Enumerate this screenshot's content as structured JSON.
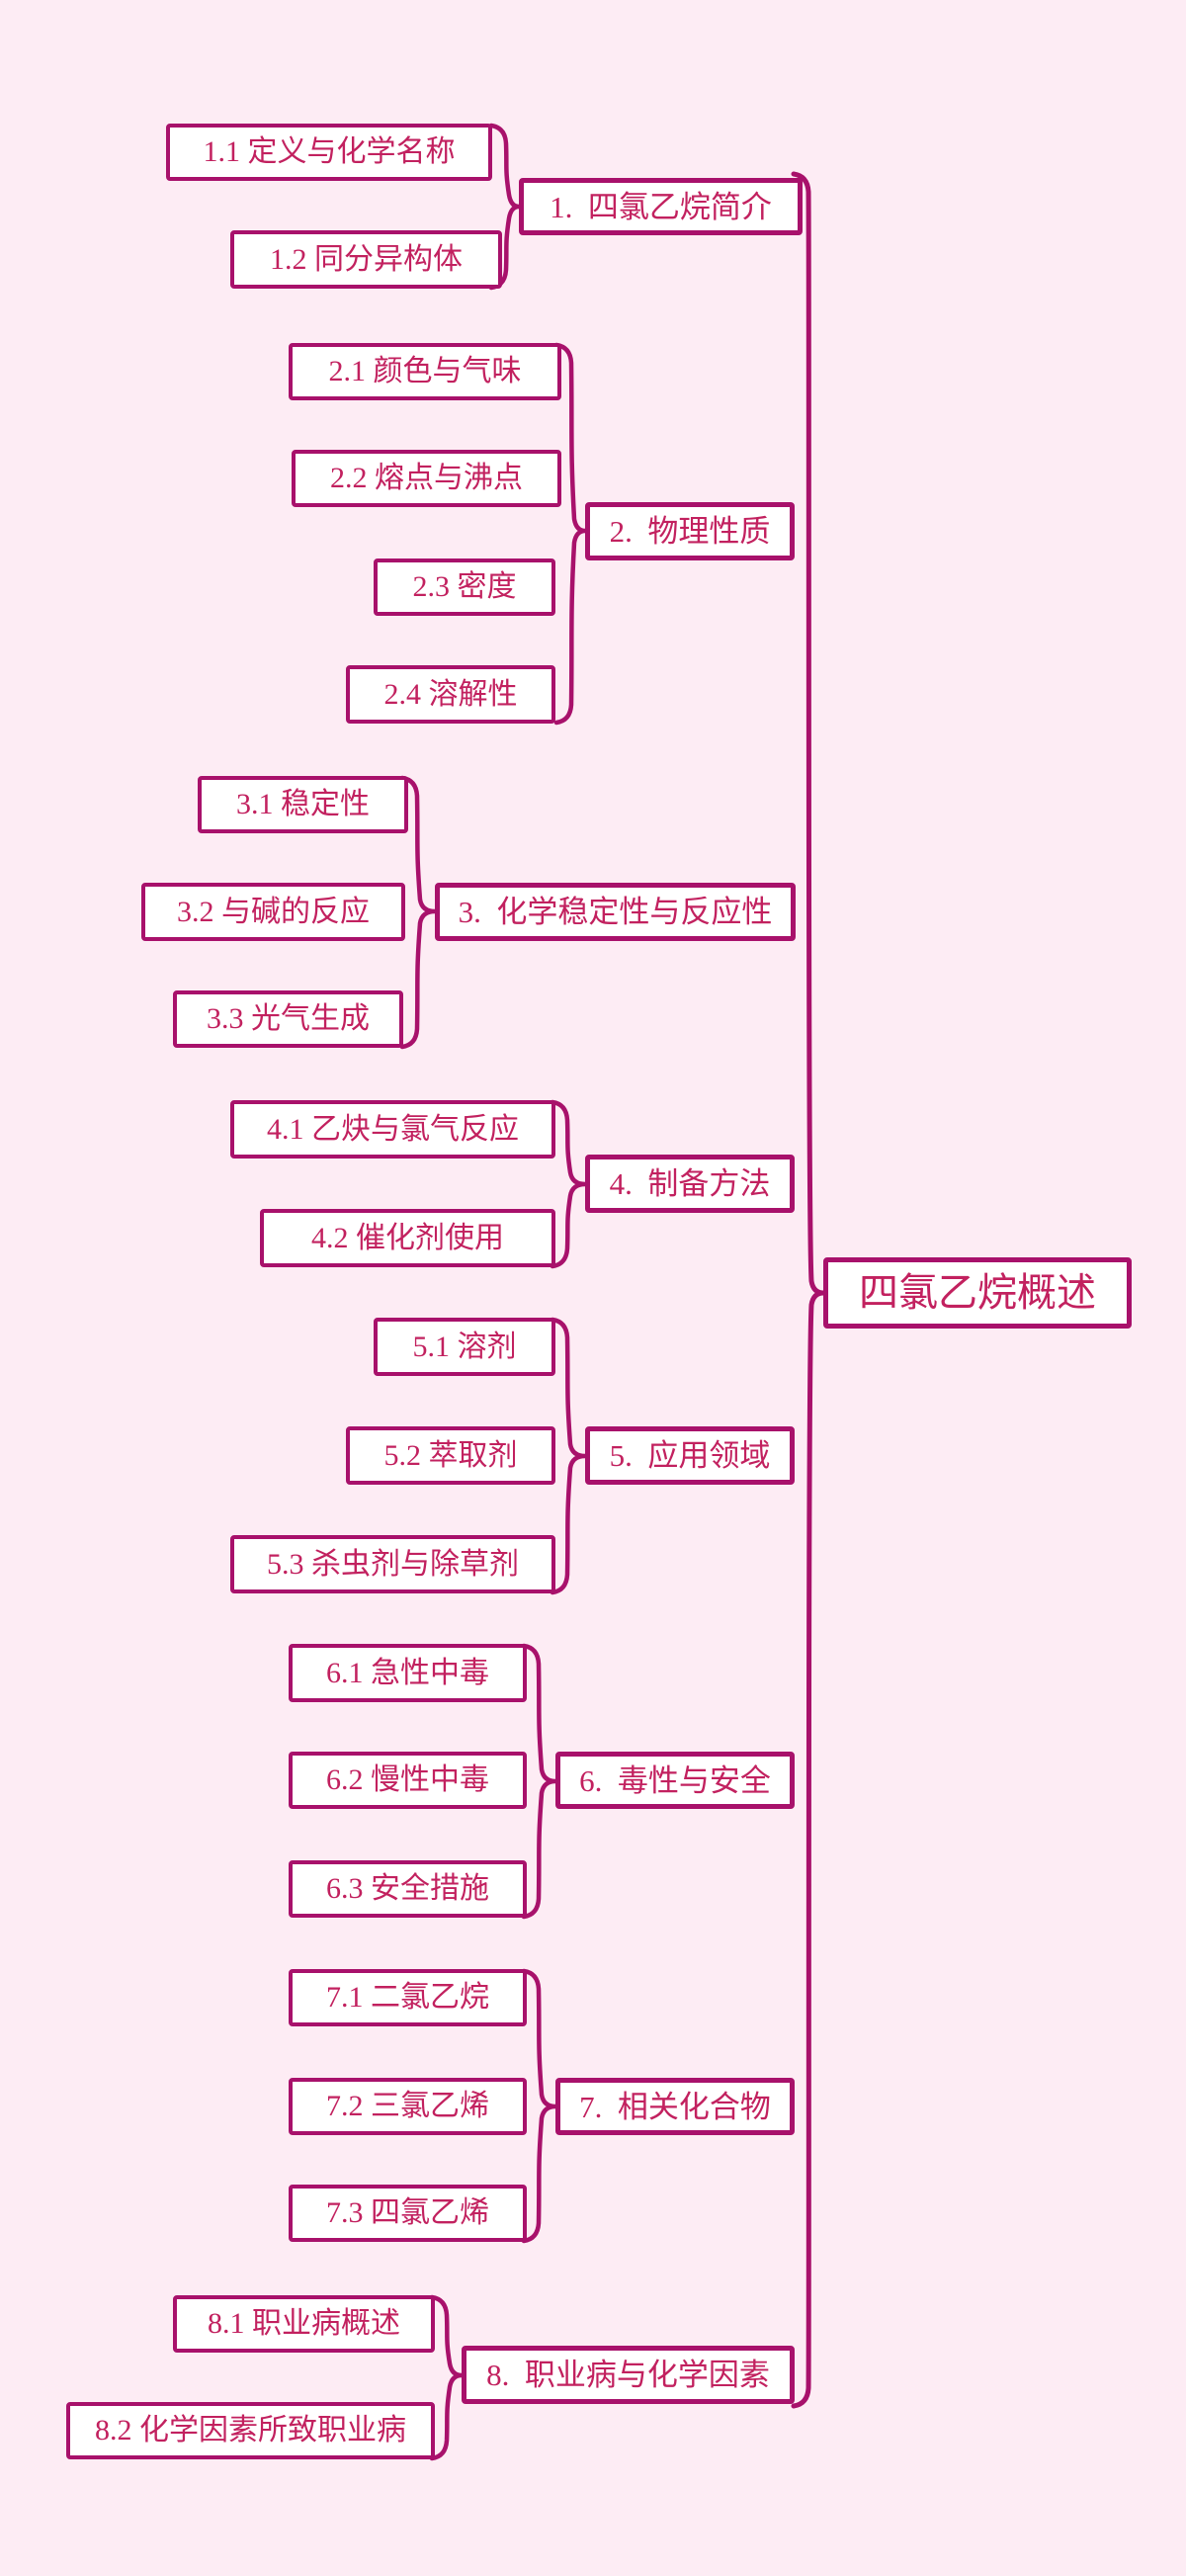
{
  "colors": {
    "background": "#fdecf4",
    "node_fill": "#ffffff",
    "line": "#a8116b",
    "text": "#c2215f"
  },
  "mindmap": {
    "root": {
      "label": "四氯乙烷概述"
    },
    "branches": [
      {
        "label": "1.  四氯乙烷简介",
        "children": [
          {
            "label": "1.1 定义与化学名称"
          },
          {
            "label": "1.2 同分异构体"
          }
        ]
      },
      {
        "label": "2.  物理性质",
        "children": [
          {
            "label": "2.1 颜色与气味"
          },
          {
            "label": "2.2 熔点与沸点"
          },
          {
            "label": "2.3 密度"
          },
          {
            "label": "2.4 溶解性"
          }
        ]
      },
      {
        "label": "3.  化学稳定性与反应性",
        "children": [
          {
            "label": "3.1 稳定性"
          },
          {
            "label": "3.2 与碱的反应"
          },
          {
            "label": "3.3 光气生成"
          }
        ]
      },
      {
        "label": "4.  制备方法",
        "children": [
          {
            "label": "4.1 乙炔与氯气反应"
          },
          {
            "label": "4.2 催化剂使用"
          }
        ]
      },
      {
        "label": "5.  应用领域",
        "children": [
          {
            "label": "5.1 溶剂"
          },
          {
            "label": "5.2 萃取剂"
          },
          {
            "label": "5.3 杀虫剂与除草剂"
          }
        ]
      },
      {
        "label": "6.  毒性与安全",
        "children": [
          {
            "label": "6.1 急性中毒"
          },
          {
            "label": "6.2 慢性中毒"
          },
          {
            "label": "6.3 安全措施"
          }
        ]
      },
      {
        "label": "7.  相关化合物",
        "children": [
          {
            "label": "7.1 二氯乙烷"
          },
          {
            "label": "7.2 三氯乙烯"
          },
          {
            "label": "7.3 四氯乙烯"
          }
        ]
      },
      {
        "label": "8.  职业病与化学因素",
        "children": [
          {
            "label": "8.1 职业病概述"
          },
          {
            "label": "8.2 化学因素所致职业病"
          }
        ]
      }
    ]
  }
}
